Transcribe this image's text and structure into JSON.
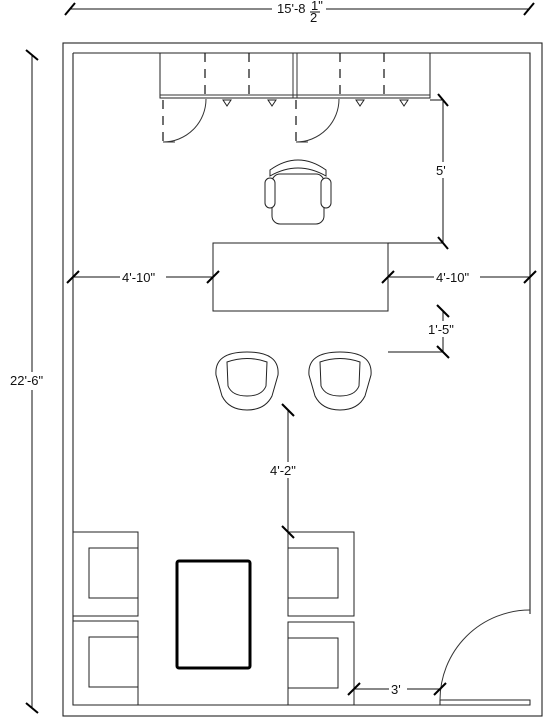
{
  "dimensions": {
    "overall_width": "15'-8",
    "overall_width_fraction_num": "1\"",
    "overall_width_fraction_den": "2",
    "overall_depth": "22'-6\"",
    "cabinet_to_desk": "5'",
    "desk_left_clearance": "4'-10\"",
    "desk_right_clearance": "4'-10\"",
    "desk_to_guest_chairs": "1'-5\"",
    "guest_chairs_to_lounge": "4'-2\"",
    "door_clearance": "3'"
  }
}
